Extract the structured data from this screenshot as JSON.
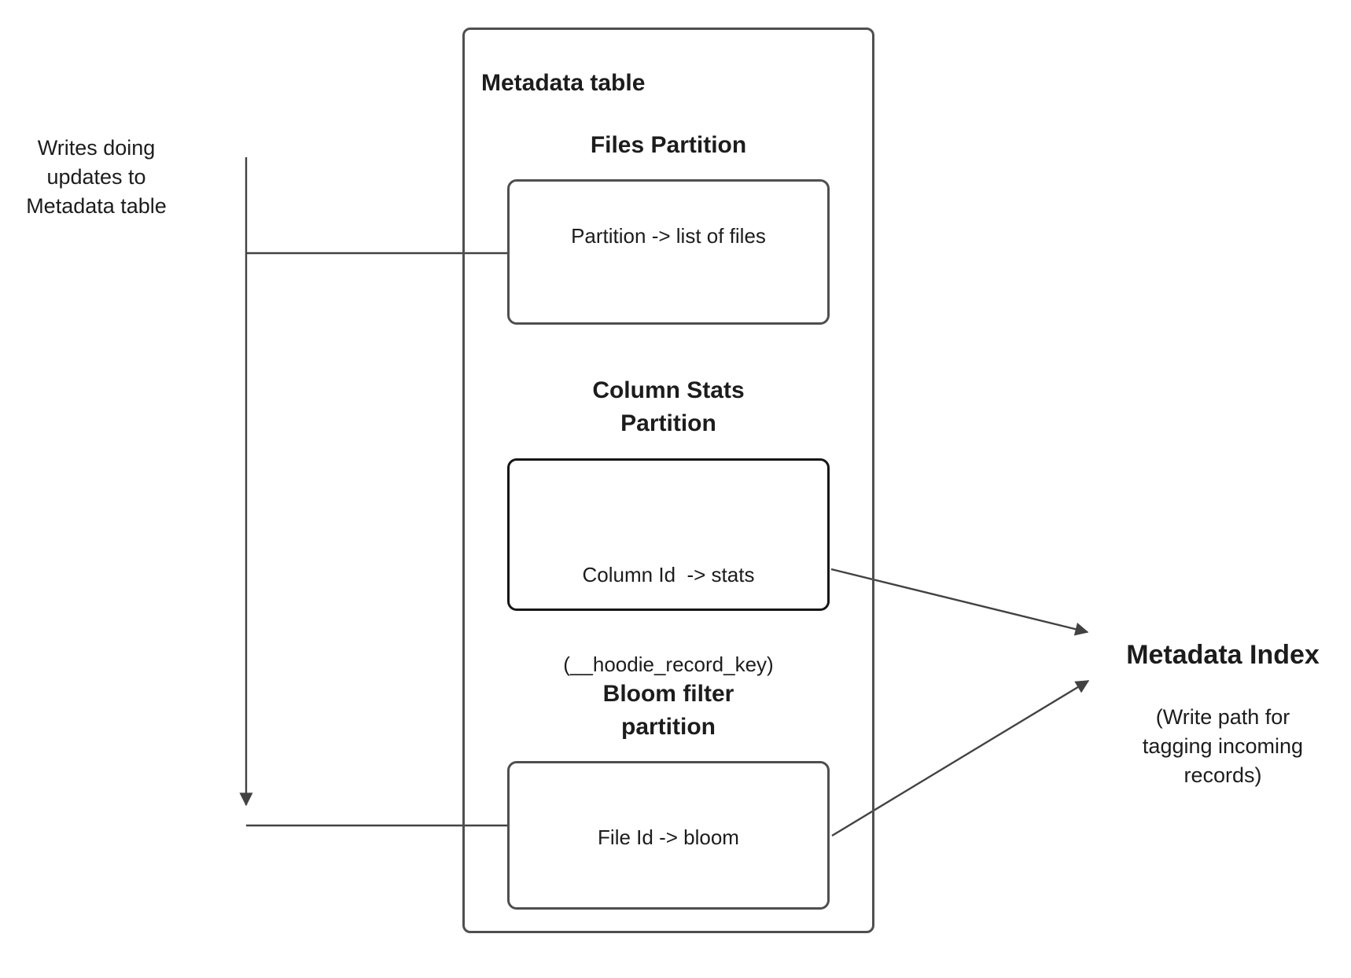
{
  "colors": {
    "background": "#ffffff",
    "border_gray": "#4f4f4f",
    "border_dark": "#161616",
    "connector": "#424242",
    "text": "#1c1c1c"
  },
  "writes_note": {
    "line1": "Writes doing",
    "line2": "updates to",
    "line3": "Metadata table"
  },
  "metadata_table": {
    "title": "Metadata table",
    "files_partition": {
      "heading": "Files Partition",
      "mapping": "Partition -> list of files"
    },
    "column_stats_partition": {
      "heading_line1": "Column Stats",
      "heading_line2": "Partition",
      "mapping_line1": "Column Id  -> stats",
      "mapping_line2": "(__hoodie_record_key)"
    },
    "bloom_filter_partition": {
      "heading_line1": "Bloom filter",
      "heading_line2": "partition",
      "mapping": "File Id -> bloom"
    }
  },
  "metadata_index": {
    "title": "Metadata Index",
    "subtitle_line1": "(Write path for",
    "subtitle_line2": "tagging incoming",
    "subtitle_line3": "records)"
  }
}
